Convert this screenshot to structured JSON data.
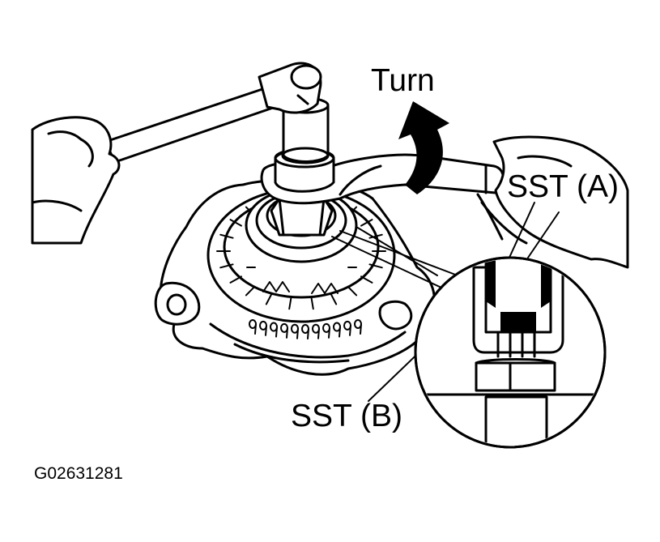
{
  "diagram": {
    "labels": {
      "turn": "Turn",
      "sst_a": "SST (A)",
      "sst_b": "SST (B)",
      "figure_code": "G02631281"
    },
    "colors": {
      "ink": "#000000",
      "paper": "#ffffff"
    }
  }
}
